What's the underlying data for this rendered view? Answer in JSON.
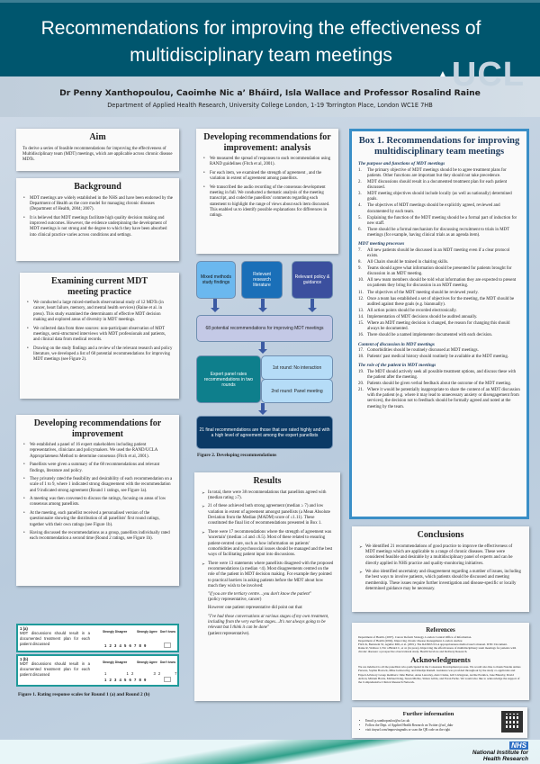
{
  "header": {
    "title_line1": "Recommendations for improving the effectiveness of",
    "title_line2": "multidisciplinary team meetings",
    "logo": "UCL",
    "authors": "Dr Penny Xanthopoulou, Caoimhe Nic a’ Bháird, Isla Wallace and Professor Rosalind Raine",
    "department": "Department of Applied Health Research, University College London, 1-19 Torrington Place, London WC1E 7HB"
  },
  "aim": {
    "title": "Aim",
    "text": "To derive a series of feasible recommendations for improving the effectiveness of Multidisciplinary team (MDT) meetings, which are applicable across chronic disease MDTs."
  },
  "background": {
    "title": "Background",
    "items": [
      "MDT meetings are widely established in the NHS and have been endorsed by the Department of Health as the core model for managing chronic diseases (Department of Health, 2004; 2007).",
      "It is believed that MDT meetings facilitate high quality decision making and improved outcomes. However, the evidence underpinning the development of MDT meetings is not strong and the degree to which they have been absorbed into clinical practice varies across conditions and settings."
    ]
  },
  "examining": {
    "title": "Examining current MDT meeting practice",
    "items": [
      "We conducted a large mixed-methods observational study of 12 MDTs (in cancer, heart failure, memory, and mental health services) (Raine et al. in press). This study examined the determinants of effective MDT decision making and explored areas of diversity in MDT meetings.",
      "We collected data from three sources: non-participant observation of MDT meetings, semi-structured interviews with MDT professionals and patients, and clinical data from medical records.",
      "Drawing on the study findings and a review of the relevant research and policy literature, we developed a list of 68 potential recommendations for improving MDT meetings (see Figure 2)."
    ]
  },
  "developing": {
    "title": "Developing recommendations for improvement",
    "items": [
      "We established a panel of 16 expert stakeholders including patient representatives, clinicians and policymakers. We used the RAND/UCLA Appropriateness Method to determine consensus (Fitch et al, 2001).",
      "Panellists were given a summary of the 68 recommendations and relevant findings, literature and policy.",
      "They privately rated the feasibility and desirability of each recommendation on a scale of 1 to 9, where 1 indicated strong disagreement with the recommendation and 9 indicated strong agreement (Round 1 ratings, see Figure 1a).",
      "A meeting was then convened to discuss the ratings, focusing on areas of low consensus among panellists.",
      "At the meeting, each panellist received a personalised version of the questionnaire showing the distribution of all panellists' first round ratings, together with their own ratings (see Figure 1b).",
      "Having discussed the recommendations as a group, panellists individually rated each recommendation a second time (Round 2 ratings, see Figure 1b)."
    ]
  },
  "figure1": {
    "a": {
      "label": "1 (a)",
      "question": "MDT discussions should result in a documented treatment plan for each patient discussed",
      "left": "Strongly Disagree",
      "right": "Strongly Agree",
      "dontknow": "Don't know",
      "scale": "1 2 3 4 5 6 7 8 9"
    },
    "b": {
      "label": "1 (b)",
      "question": "MDT discussions should result in a documented treatment plan for each patient discussed",
      "left": "Strongly Disagree",
      "right": "Strongly Agree",
      "dontknow": "Don't know",
      "counts": "1       1 2       3 2     7",
      "scale": "1 2 3 4 5 6 7 8 9"
    },
    "caption": "Figure 1. Rating response scales for Round 1 (a) and Round 2 (b)"
  },
  "analysis": {
    "title": "Developing recommendations for improvement: analysis",
    "items": [
      "We measured the spread of responses to each recommendation using RAND guidelines (Fitch et al, 2001).",
      "For each item, we examined the strength of agreement , and the variation in extent of agreement among panellists.",
      "We transcribed the audio recording of the consensus development meeting in full. We conducted a thematic analysis of the meeting transcript, and coded the panellists' comments regarding each statement to highlight the range of views about each item discussed. This enabled us to identify possible explanations for differences in ratings."
    ]
  },
  "figure2": {
    "source1": "Mixed methods study findings",
    "source2": "Relevant research literature",
    "source3": "Relevant policy & guidance",
    "potential": "68 potential recommendations for improving MDT meetings",
    "panel": "Expert panel rates recommendations in two rounds",
    "round1": "1st round: No interaction",
    "round2": "2nd round: Panel meeting",
    "final": "21 final recommendations are those that are rated highly and with a high level of agreement among the expert panellists",
    "caption": "Figure 2. Developing recommendations"
  },
  "results": {
    "title": "Results",
    "items": [
      "In total, there were 38 recommendations that panellists agreed with (median rating ≥7).",
      "21 of these achieved both strong agreement (median ≥ 7) and low variation in extent of agreement amongst panellists (a Mean Absolute Deviation from the Median (MADM) score of ≤1.11). These constituted the final list of recommendations presented in Box 1.",
      "There were 17 recommendations where the strength of agreement was 'uncertain' (median ≥4 and ≤6.5). Most of these related to ensuring patient-centred care, such as how information on patients' comorbidities and psychosocial issues should be managed and the best ways of facilitating patient input into discussions.",
      "There were 13 statements where panellists disagreed with the proposed recommendations (a median <4). Most disagreements centred on the role of the patient in MDT decision making. For example they pointed to practical barriers in asking patients before the MDT about how much they wish to be involved:"
    ],
    "quote1": "\"if you are the tertiary centre…you don't know the patient\"",
    "quote1_src": "(policy representative, cancer)",
    "however": "However one patient representative did point out that:",
    "quote2": "\"I've had those conversations at various stages of my own treatment, including from the very earliest stages…It's not always going to be relevant but I think it can be done\"",
    "quote2_src": "(patient representative)."
  },
  "box1": {
    "title": "Box 1. Recommendations for improving multidisciplinary team meetings",
    "sections": [
      {
        "heading": "The purpose and functions of MDT meetings",
        "items": [
          [
            "1.",
            "The primary objective of MDT meetings should be to agree treatment plans for patients. Other functions are important but they should not take precedence."
          ],
          [
            "2.",
            "MDT discussions should result in a documented treatment plan for each patient discussed."
          ],
          [
            "3.",
            "MDT meeting objectives should include locally (as well as nationally) determined goals."
          ],
          [
            "4.",
            "The objectives of MDT meetings should be explicitly agreed, reviewed and documented by each team."
          ],
          [
            "5.",
            "Explaining the function of the MDT meeting should be a formal part of induction for new staff."
          ],
          [
            "6.",
            "There should be a formal mechanism for discussing recruitment to trials in MDT meetings (for example, having clinical trials as an agenda item)."
          ]
        ]
      },
      {
        "heading": "MDT meeting processes",
        "items": [
          [
            "7.",
            "All new patients should be discussed in an MDT meeting even if a clear protocol exists."
          ],
          [
            "8.",
            "All Chairs should be trained in chairing skills."
          ],
          [
            "9.",
            "Teams should agree what information should be presented for patients brought for discussion in an MDT meeting."
          ],
          [
            "10.",
            "All new team members should be told what information they are expected to present on patients they bring for discussion in an MDT meeting."
          ],
          [
            "11.",
            "The objectives of the MDT meeting should be reviewed yearly."
          ],
          [
            "12.",
            "Once a team has established a set of objectives for the meeting, the MDT should be audited against these goals (e.g. biannually)."
          ],
          [
            "13.",
            "All action points should be recorded electronically."
          ],
          [
            "14.",
            "Implementation of MDT decisions should be audited annually."
          ],
          [
            "15.",
            "Where an MDT meeting decision is changed, the reason for changing this should always be documented."
          ],
          [
            "16.",
            "There should be a named implementer documented with each decision."
          ]
        ]
      },
      {
        "heading": "Content of discussion in MDT meetings",
        "items": [
          [
            "17.",
            "Comorbidities should be routinely discussed at MDT meetings."
          ],
          [
            "18.",
            "Patients' past medical history should routinely be available at the MDT meeting."
          ]
        ]
      },
      {
        "heading": "The role of the patient in MDT meetings",
        "items": [
          [
            "19.",
            "The MDT should actively seek all possible treatment options, and discuss these with the patient after the meeting."
          ],
          [
            "20.",
            "Patients should be given verbal feedback about the outcome of the MDT meeting."
          ],
          [
            "21.",
            "Where it would be potentially inappropriate to share the content of an MDT discussion with the patient (e.g. where it may lead to unnecessary anxiety or disengagement from services), the decision not to feedback should be formally agreed and noted at the meeting by the team."
          ]
        ]
      }
    ]
  },
  "conclusions": {
    "title": "Conclusions",
    "items": [
      "We identified 21 recommendations of good practice to improve the effectiveness of MDT meetings which are applicable to a range of chronic diseases. These were considered feasible and desirable by a multidisciplinary panel of experts and  can be directly applied in NHS practice and quality-monitoring initiatives.",
      "We also identified uncertainty and disagreement regarding a number of issues, including the best ways to involve patients, which patients should be discussed and meeting membership. These issues require further investigation and disease-specific or locally determined guidance may be necessary."
    ]
  },
  "references": {
    "title": "References",
    "items": [
      "Department of Health. (2007). Cancer Reform Strategy. London: Central Office of Information.",
      "Department of Health (2004). Improving chronic disease management. London: Author.",
      "Fitch K, Bernstein SJ, Aguilar MD, et al. (2001). The RAND/UCLA appropriateness method user's manual. DTIC Document.",
      "Raine R, Wallace I, Nic a Bháird C, et al. (in press). Improving the effectiveness of multidisciplinary team meetings for patients with chronic diseases: a prospective observational study. Health Services and Delivery Research."
    ]
  },
  "acknowledgments": {
    "title": "Acknowledgments",
    "text": "We are indebted to all the panellists who participated in the Consensus Development process. We would also like to thank Natalie Armes Parsons, Sophie Bostock, Mike Galsworthy, and Khadija Rantell. Guidance was provided throughout by the study co-applicants and Expert Advisory Group members: Julie Barber, Anne Lanceley, Alex Clarke, Gill Livingston, Archie Prentice, Jane Blazeby, David Ardron, Miriam Harris, Michael King, Susan Michie, Simon Gibbs, and Ewan Ferlie. We would also like to acknowledge the support of the Comprehensive Clinical Research Network."
  },
  "further": {
    "title": "Further information",
    "items": [
      "Email: p.xanthopoulou@ucl.ac.uk",
      "Follow the Dept. of Applied Health Research on Twitter @ucl_dahr",
      "visit tinyurl.com/improvingmdts or scan the QR code on the right"
    ]
  },
  "footer": {
    "nhs": "NHS",
    "nihr_line1": "National Institute for",
    "nihr_line2": "Health Research"
  },
  "colors": {
    "header": "#00566e",
    "box_border": "#3a8fc7",
    "fig_light": "#6bb8ef",
    "fig_mid": "#1a6fb8",
    "fig_dark": "#3b4f9e",
    "fig_teal": "#0e7f8c",
    "fig_navy": "#0b3a66"
  }
}
